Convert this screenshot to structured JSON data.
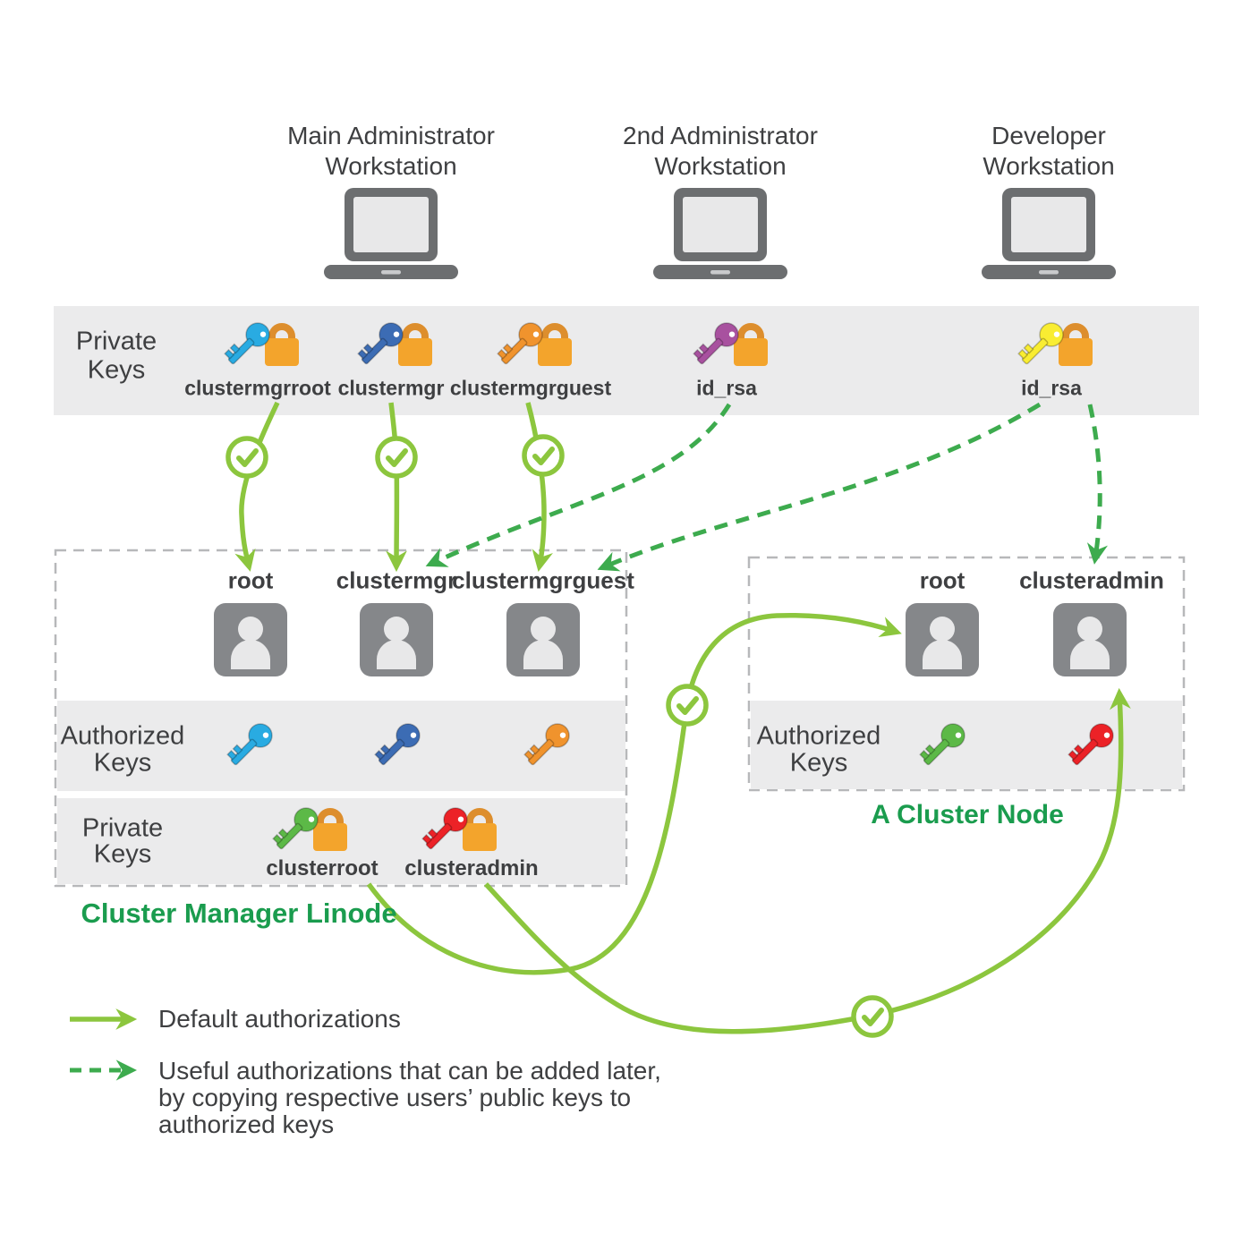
{
  "workstations": [
    {
      "line1": "Main Administrator",
      "line2": "Workstation"
    },
    {
      "line1": "2nd Administrator",
      "line2": "Workstation"
    },
    {
      "line1": "Developer",
      "line2": "Workstation"
    }
  ],
  "top_band": {
    "label_line1": "Private",
    "label_line2": "Keys",
    "keys": [
      {
        "name": "clustermgrroot",
        "color": "#29abe2"
      },
      {
        "name": "clustermgr",
        "color": "#3c6cb4"
      },
      {
        "name": "clustermgrguest",
        "color": "#f0932d"
      },
      {
        "name": "id_rsa",
        "color": "#a8519f"
      },
      {
        "name": "id_rsa",
        "color": "#f9ed32"
      }
    ]
  },
  "cluster_manager": {
    "title": "Cluster Manager Linode",
    "users": [
      "root",
      "clustermgr",
      "clustermgrguest"
    ],
    "authorized_keys": {
      "label_line1": "Authorized",
      "label_line2": "Keys",
      "key_colors": [
        "#29abe2",
        "#3c6cb4",
        "#f0932d"
      ]
    },
    "private_keys": {
      "label_line1": "Private",
      "label_line2": "Keys",
      "keys": [
        {
          "name": "clusterroot",
          "color": "#5cb947"
        },
        {
          "name": "clusteradmin",
          "color": "#ec2227"
        }
      ]
    }
  },
  "cluster_node": {
    "title": "A Cluster Node",
    "users": [
      "root",
      "clusteradmin"
    ],
    "authorized_keys": {
      "label_line1": "Authorized",
      "label_line2": "Keys",
      "key_colors": [
        "#5cb947",
        "#ec2227"
      ]
    }
  },
  "legend": {
    "default_label": "Default authorizations",
    "later_lines": [
      "Useful authorizations that can be added later,",
      "by copying respective users’ public keys to",
      "authorized keys"
    ]
  },
  "connections": [
    {
      "id": "s1",
      "style": "default",
      "from": "clustermgrroot private key",
      "to": "root user on Cluster Manager Linode"
    },
    {
      "id": "s2",
      "style": "default",
      "from": "clustermgr private key",
      "to": "clustermgr user on Cluster Manager Linode"
    },
    {
      "id": "s3",
      "style": "default",
      "from": "clustermgrguest private key",
      "to": "clustermgrguest user on Cluster Manager Linode"
    },
    {
      "id": "s4",
      "style": "default",
      "from": "clusterroot private key",
      "to": "root user on A Cluster Node"
    },
    {
      "id": "s5",
      "style": "default",
      "from": "clusteradmin private key",
      "to": "clusteradmin user on A Cluster Node"
    },
    {
      "id": "d1",
      "style": "later",
      "from": "id_rsa on 2nd Administrator Workstation",
      "to": "clustermgr user on Cluster Manager Linode"
    },
    {
      "id": "d2",
      "style": "later",
      "from": "id_rsa on Developer Workstation",
      "to": "clustermgrguest user on Cluster Manager Linode"
    },
    {
      "id": "d3",
      "style": "later",
      "from": "id_rsa on Developer Workstation",
      "to": "clusteradmin user on A Cluster Node"
    }
  ],
  "colors": {
    "default_arrow": "#8cc63e",
    "later_arrow": "#3dab4e",
    "band_gray": "#ebebec",
    "heading_green": "#1a9c4e",
    "lock_body": "#f3a42c",
    "lock_shackle": "#dd8e2d",
    "avatar_gray": "#85878a",
    "text": "#3e3f41"
  }
}
